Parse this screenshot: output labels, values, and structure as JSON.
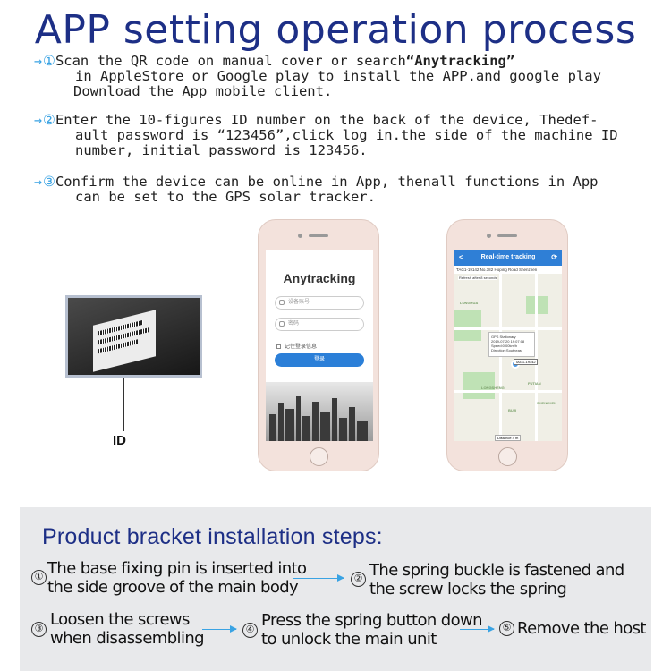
{
  "title": "APP setting operation process",
  "steps": [
    {
      "num": "①",
      "line1_pre": "Scan the QR code on manual cover or search",
      "line1_bold": "“Anytracking”",
      "line2": "in AppleStore or Google play to install the APP.and google play",
      "line3": "Download the App mobile client."
    },
    {
      "num": "②",
      "line1": "Enter the 10-figures ID number on the back of the device, Thedef-",
      "line2": "ault password is  “123456”,click log in.the side of the machine ID",
      "line3": "number, initial password is 123456."
    },
    {
      "num": "③",
      "line1": "Confirm the device can be online in App, thenall functions in App",
      "line2": "can be set to the GPS solar tracker."
    }
  ],
  "arrow_glyph": "→",
  "device_label": "ID",
  "phone_login": {
    "logo": "Anytracking",
    "account_placeholder": "设备账号",
    "password_placeholder": "密码",
    "remember_label": "记住登录信息",
    "login_button": "登录"
  },
  "phone_map": {
    "header_title": "Real-time tracking",
    "back_glyph": "<",
    "refresh_glyph": "⟳",
    "address": "TAG1-19142 No.382 Hoping Road Shenzhen",
    "refresh_notice": "Refresh after 8 seconds",
    "popup_lines": [
      "GPS Stationary",
      "2019-07-20 19:07:08",
      "Speed:0.00km/h",
      "Direction:Southeast"
    ],
    "device_tag": "TAG1-19142",
    "map_labels": [
      "LONGHUA",
      "LONGSHENG",
      "FUTIAN",
      "BUJI",
      "SHENZHEN"
    ],
    "distance_label": "Distance 4 m"
  },
  "install": {
    "title": "Product bracket installation steps:",
    "steps": [
      {
        "num": "①",
        "line1": "The base fixing pin is inserted into",
        "line2": "the side groove of the main body"
      },
      {
        "num": "②",
        "line1": "The spring buckle is fastened and",
        "line2": "the screw locks the spring"
      },
      {
        "num": "③",
        "line1": "Loosen the screws",
        "line2": "when disassembling"
      },
      {
        "num": "④",
        "line1": "Press the spring button down",
        "line2": "to unlock the main unit"
      },
      {
        "num": "⑤",
        "line1": "Remove the host",
        "line2": ""
      }
    ]
  },
  "colors": {
    "title": "#1d2f86",
    "accent": "#3aa3e3",
    "panel_bg": "#e8e9eb",
    "app_blue": "#2f7fd6"
  }
}
